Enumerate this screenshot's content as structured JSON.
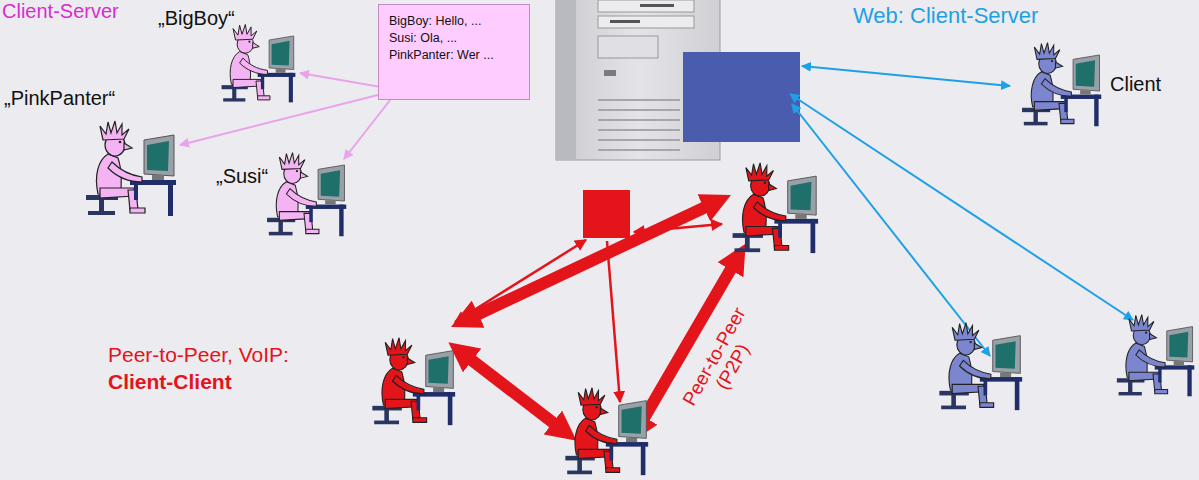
{
  "diagram": {
    "nodes": [
      {
        "text": [
          "BigBoy: Hello, ...",
          "Susi: Ola, ...",
          "PinkPanter: Wer ..."
        ]
      },
      {
        "text": [
          "„BigBoy“"
        ]
      },
      {
        "text": [
          "„PinkPanter“"
        ]
      },
      {
        "text": [
          "„Susi“"
        ]
      },
      {
        "text": [
          "Client"
        ]
      }
    ],
    "edges": [
      {
        "from": 0,
        "to": 1,
        "arrow": "to"
      },
      {
        "from": 0,
        "to": 2,
        "arrow": "to"
      },
      {
        "from": 0,
        "to": 3,
        "arrow": "to"
      }
    ],
    "labels": [
      "Client-Server",
      "Web: Client-Server",
      "Peer-to-Peer, VoIP:",
      "Client-Client",
      "Peer-to-Peer (P2P)"
    ]
  }
}
